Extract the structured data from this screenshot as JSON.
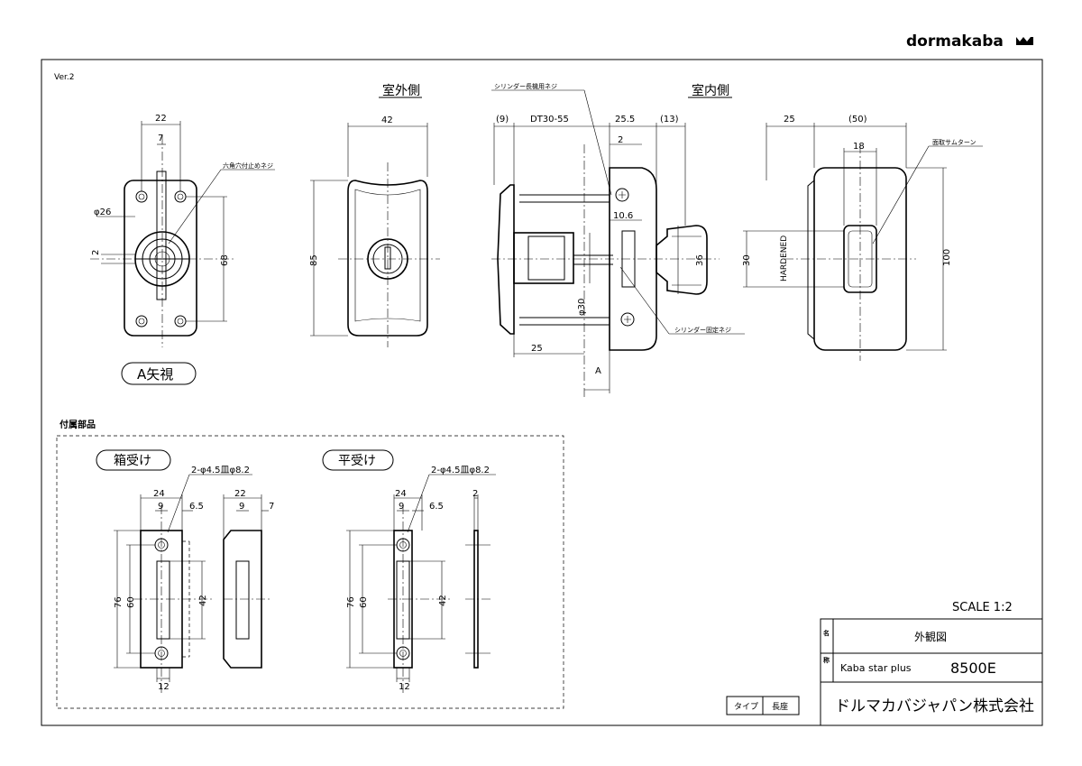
{
  "brand": "dormakaba",
  "version": "Ver.2",
  "views": {
    "exterior_title": "室外側",
    "interior_title": "室内側",
    "arrow_view": "A矢視",
    "accessories_title": "付属部品",
    "box_strike": "箱受け",
    "flat_strike": "平受け"
  },
  "annotations": {
    "hex_screw": "六角穴付止めネジ",
    "cyl_long_screw": "シリンダー長機用ネジ",
    "cyl_fix_screw": "シリンダー固定ネジ",
    "thumbturn": "面取サムターン",
    "hardened": "HARDENED",
    "hole_spec": "2-φ4.5皿φ8.2",
    "section_mark": "A"
  },
  "dims": {
    "a_width": "22",
    "a_slot": "7",
    "a_dia": "φ26",
    "a_small": "2",
    "a_pitch": "68",
    "ext_width": "42",
    "ext_height": "85",
    "s_9": "(9)",
    "s_dt": "DT30-55",
    "s_255": "25.5",
    "s_13": "(13)",
    "s_2": "2",
    "s_106": "10.6",
    "s_36": "36",
    "s_phi30": "φ30",
    "s_25": "25",
    "r_25": "25",
    "r_50": "(50)",
    "r_18": "18",
    "r_30": "30",
    "r_100": "100",
    "b_24": "24",
    "b_9": "9",
    "b_65": "6.5",
    "b_22": "22",
    "b_7": "7",
    "b_76": "76",
    "b_60": "60",
    "b_42": "42",
    "b_12": "12",
    "f_24": "24",
    "f_9": "9",
    "f_65": "6.5",
    "f_2": "2",
    "f_76": "76",
    "f_60": "60",
    "f_42": "42",
    "f_12": "12"
  },
  "title_block": {
    "scale": "SCALE  1:2",
    "name_label": "名",
    "name_value": "外観図",
    "title_label": "称",
    "product_prefix": "Kaba star plus",
    "product_model": "8500E",
    "type_label": "タイプ",
    "length_label": "長座",
    "company": "ドルマカバジャパン株式会社"
  }
}
